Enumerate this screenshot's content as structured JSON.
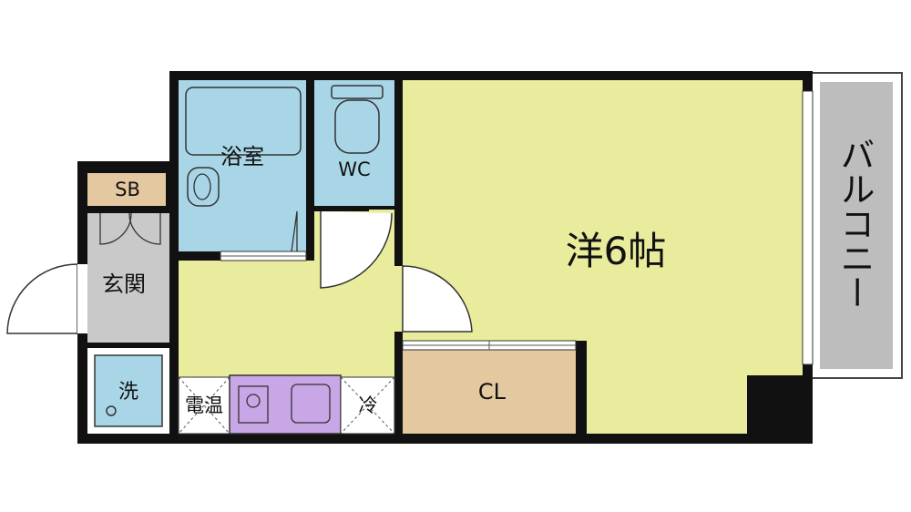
{
  "rooms": {
    "bath": "浴室",
    "wc": "WC",
    "sb": "SB",
    "entrance": "玄関",
    "washer": "洗",
    "water_heater": "電温",
    "fridge": "冷",
    "closet": "CL",
    "western_room": "洋6帖",
    "balcony": "バルコニー"
  },
  "colors": {
    "wall": "#111111",
    "bath": "#a9d6e6",
    "wc": "#a9d6e6",
    "floor_main": "#e8ec9c",
    "entrance": "#c9c9c9",
    "sb": "#e4c9a0",
    "closet": "#e4c9a0",
    "kitchen": "#c9a6e6",
    "balcony": "#bdbdbd",
    "white": "#ffffff"
  }
}
